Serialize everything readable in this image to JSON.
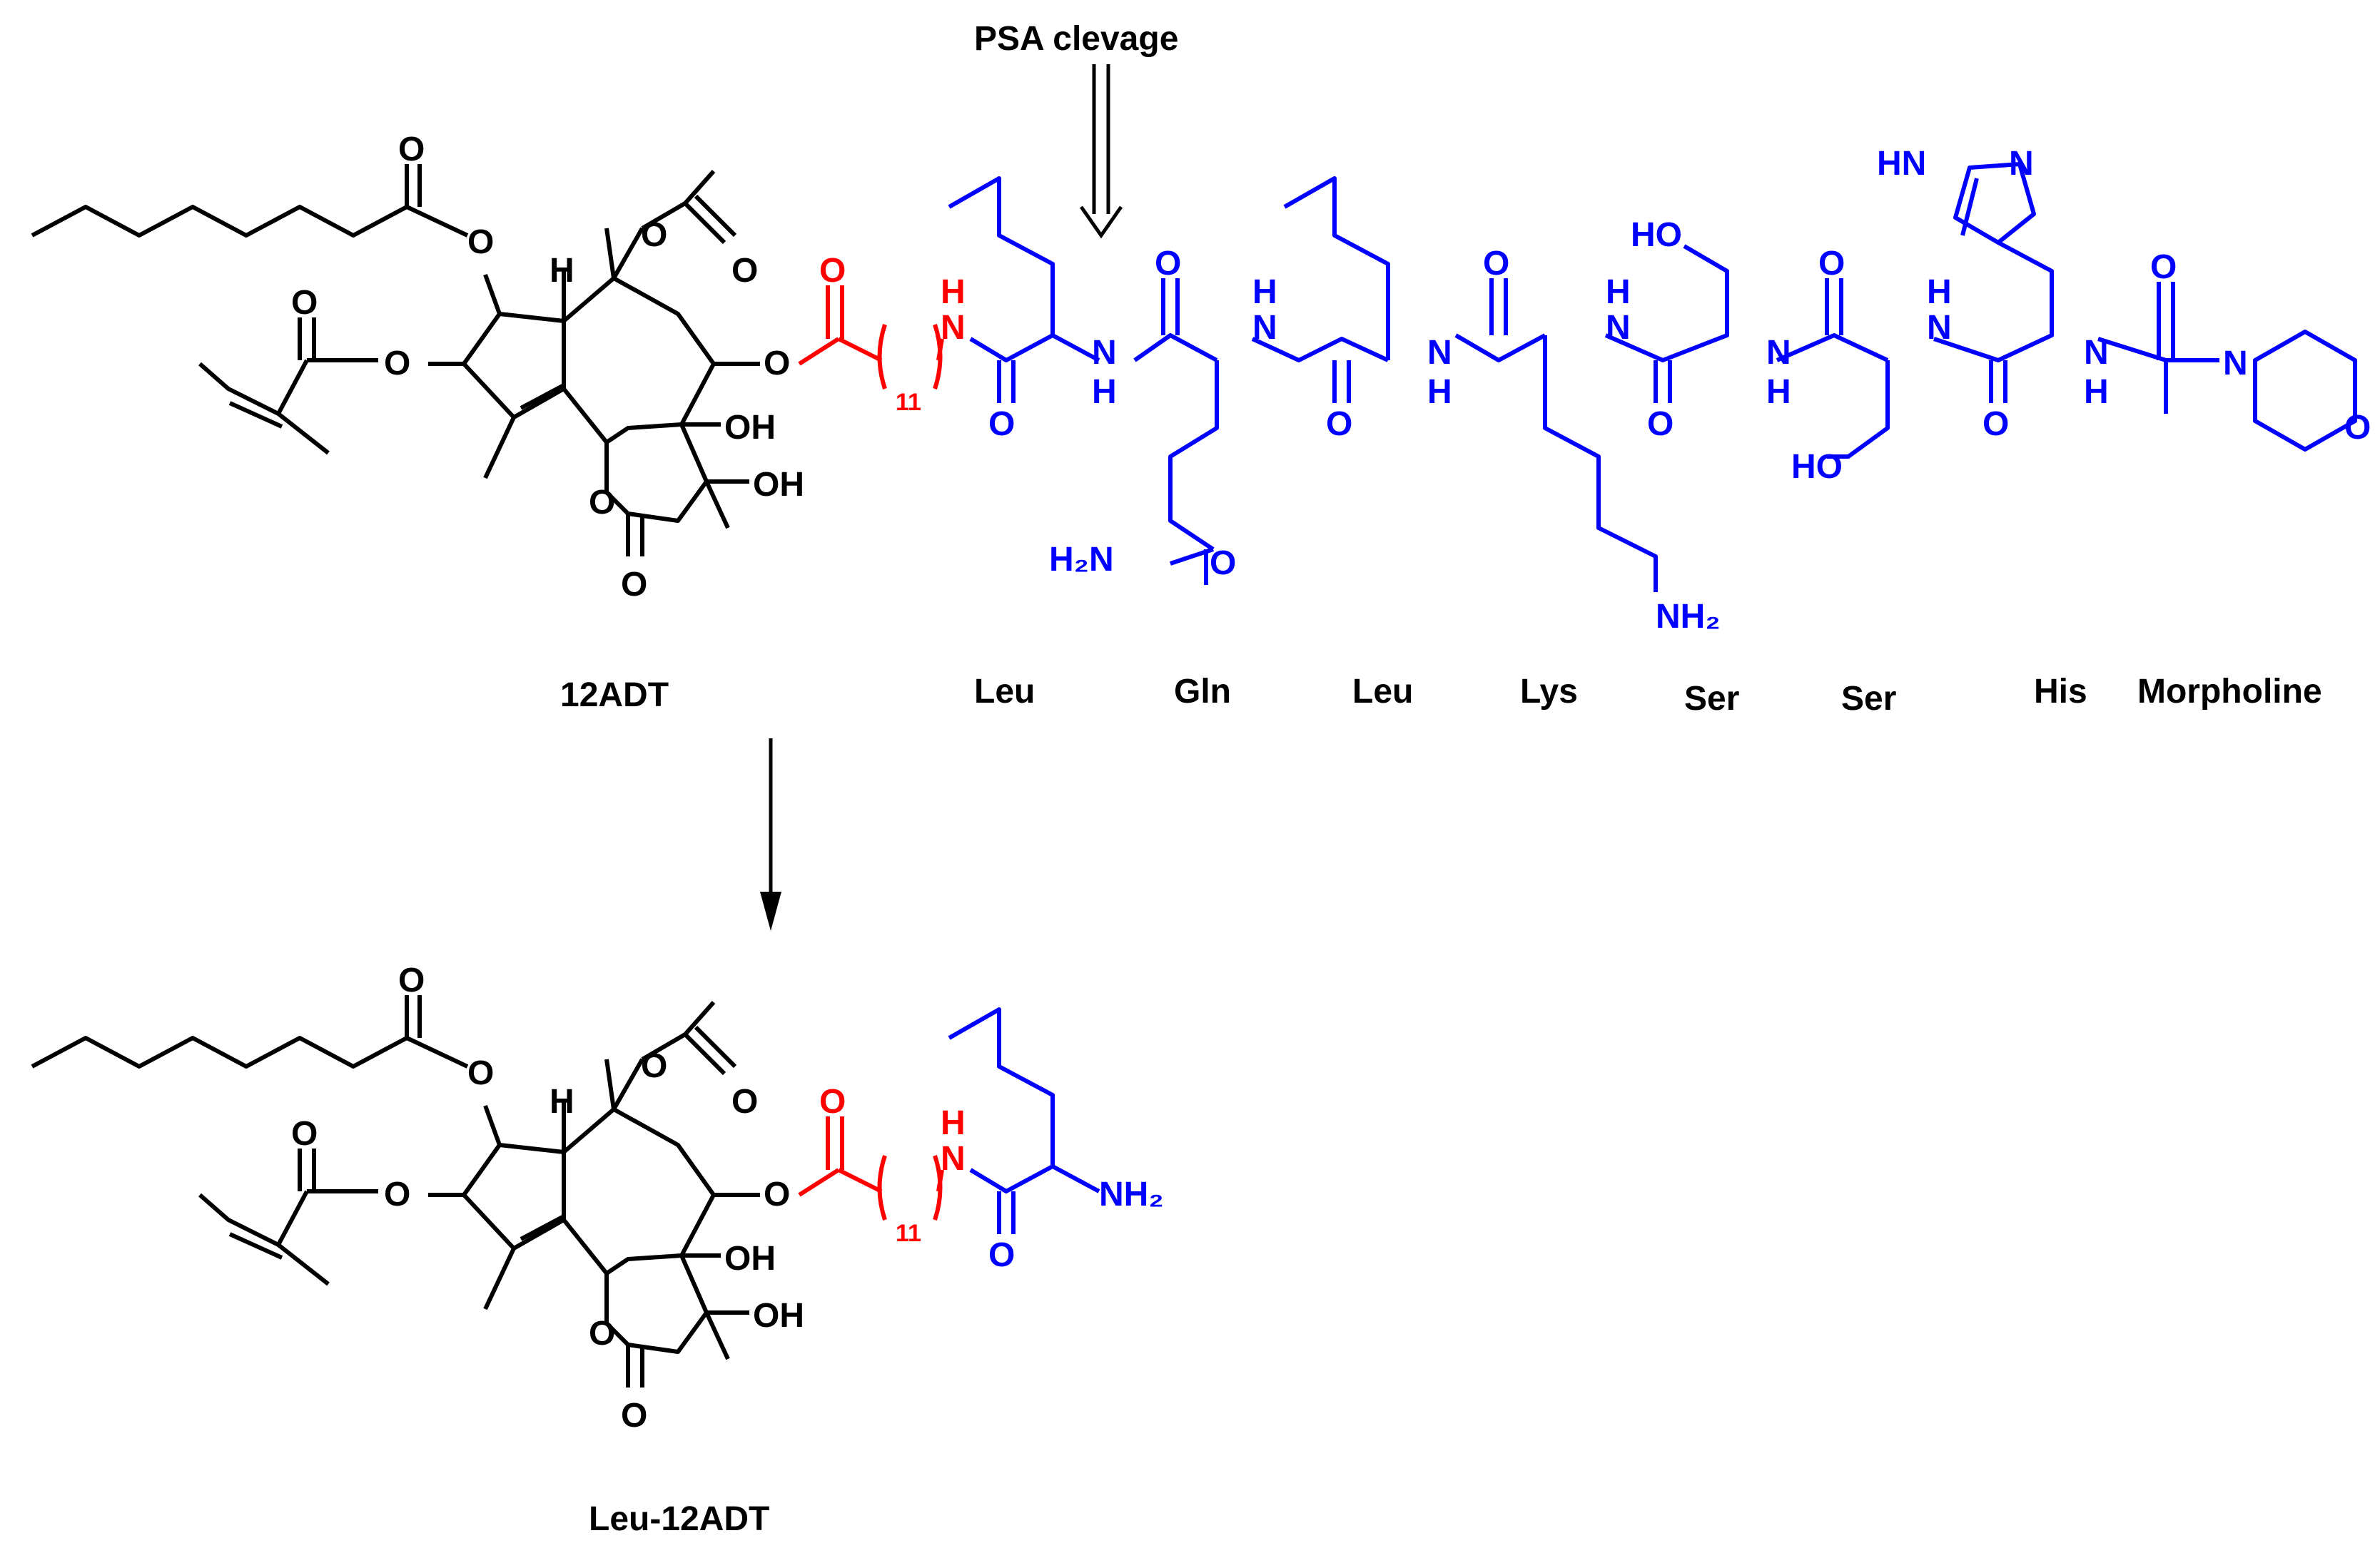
{
  "annotation": {
    "cleavage": "PSA clevage"
  },
  "compounds": {
    "top": "12ADT",
    "bottom": "Leu-12ADT"
  },
  "residues": [
    "Leu",
    "Gln",
    "Leu",
    "Lys",
    "Ser",
    "Ser",
    "His",
    "Morpholine"
  ],
  "atom_labels": {
    "O": "O",
    "OH": "OH",
    "HO": "HO",
    "H": "H",
    "N": "N",
    "HN": "HN",
    "NH": "NH",
    "H2N": "H₂N",
    "NH2": "NH₂",
    "linker_repeat": "11"
  },
  "colors": {
    "core": "#000000",
    "linker": "#ff0000",
    "peptide": "#0000ff"
  },
  "icons": [
    "double-arrow-down",
    "reaction-arrow-down"
  ]
}
